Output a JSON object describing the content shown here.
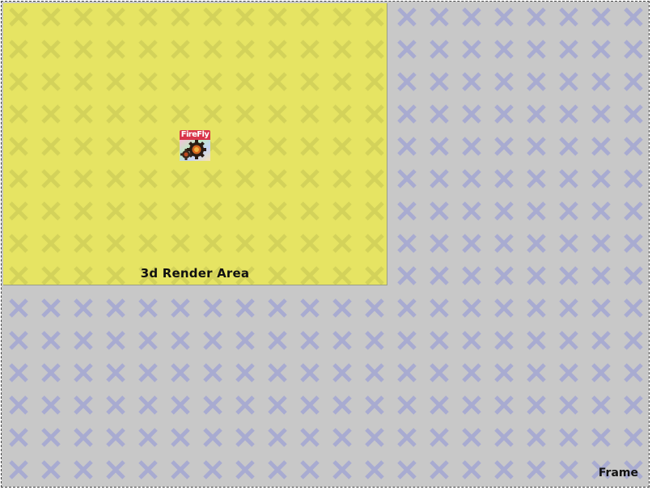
{
  "frame": {
    "label": "Frame",
    "background_color": "#c8c8c8",
    "pattern_color": "#a5a8cf"
  },
  "render_area": {
    "label": "3d Render Area",
    "background_color": "#e6e463",
    "pattern_color": "#d4d35c"
  },
  "logo": {
    "text": "FireFly",
    "icon": "firefly-gear-logo",
    "banner_color": "#d8344a"
  }
}
